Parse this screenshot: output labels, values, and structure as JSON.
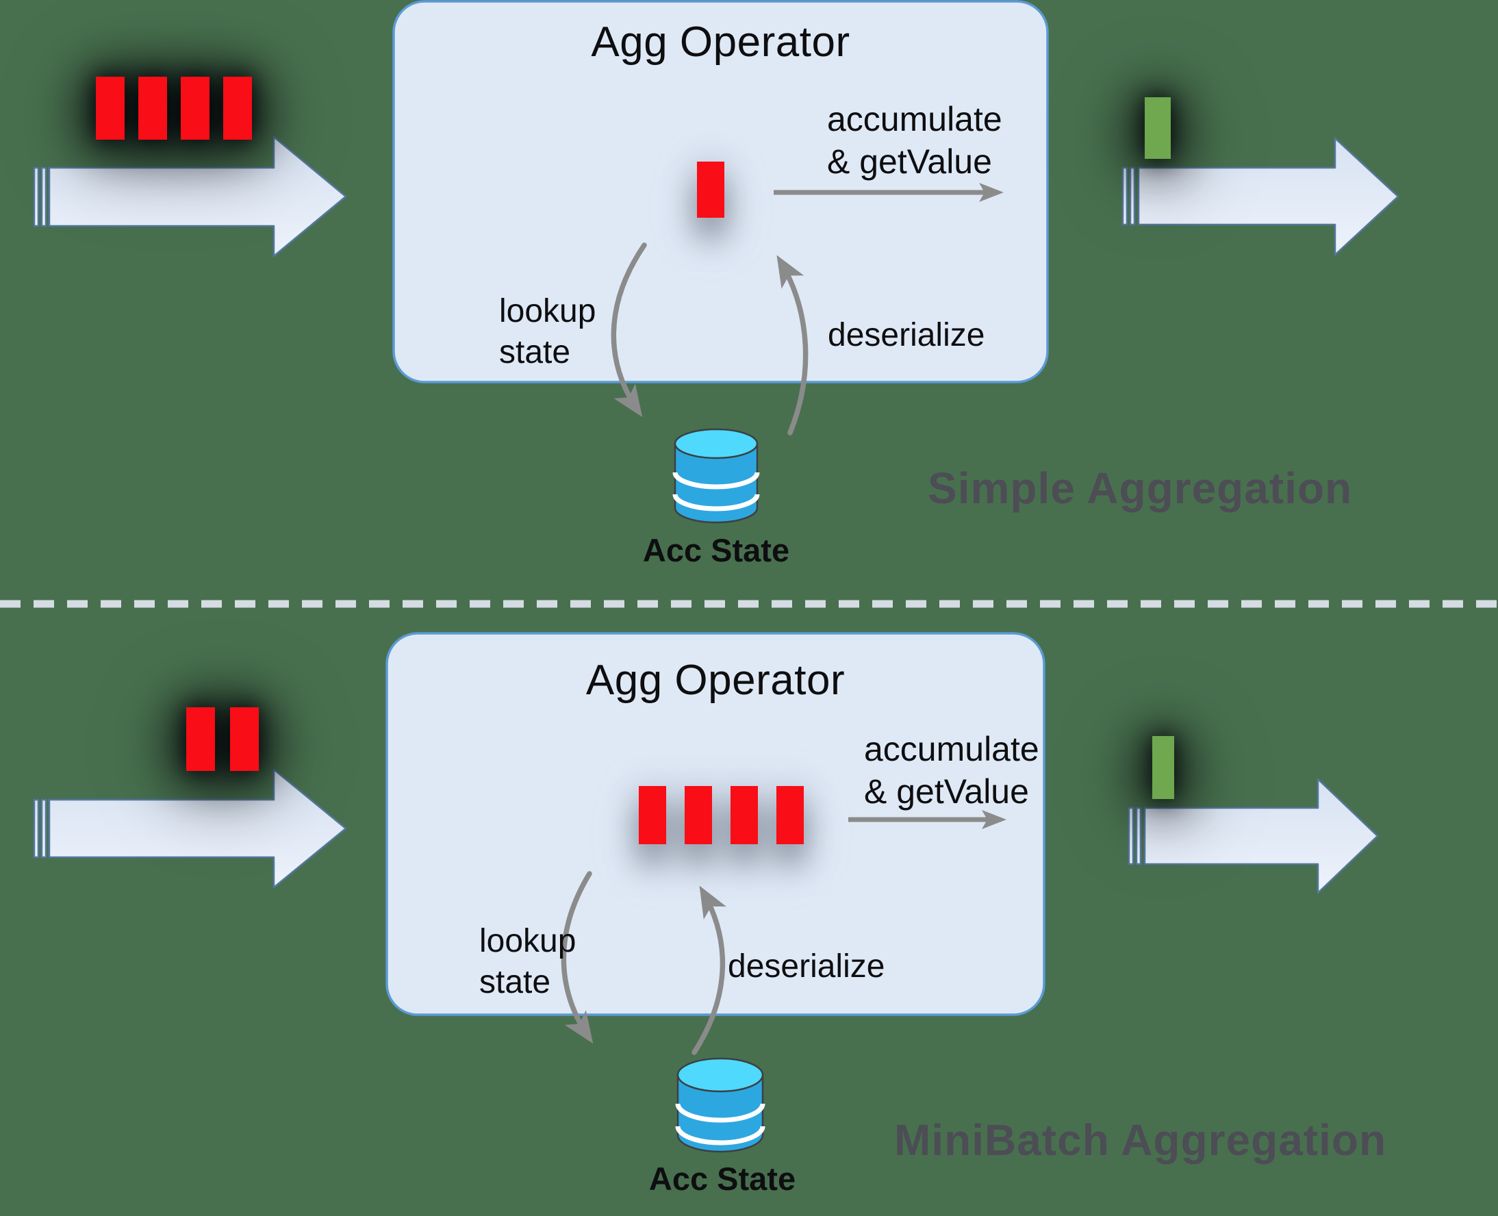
{
  "colors": {
    "background": "#48704F",
    "record_red": "#F90D16",
    "record_green": "#6FA84F",
    "flow_arrow_stroke": "#54779E",
    "operator_box_fill": "#DFE9F6",
    "operator_box_stroke": "#5B9BD5",
    "process_arrow_gray": "#8B8B8B",
    "db_body_blue": "#2DA7E0",
    "db_top_blue": "#4FD9FD",
    "db_outline": "#3C4043",
    "divider_gray": "#D6DCE3",
    "caption_gray": "#4D4D55",
    "text_black": "#0E0E10"
  },
  "sections": [
    {
      "caption": "Simple Aggregation",
      "operator_title": "Agg Operator",
      "accumulate_label_line1": "accumulate",
      "accumulate_label_line2": "& getValue",
      "lookup_label_line1": "lookup",
      "lookup_label_line2": "state",
      "deserialize_label": "deserialize",
      "state_label": "Acc State",
      "input_record_count": 4,
      "operator_record_count": 1,
      "output_record_count": 1
    },
    {
      "caption": "MiniBatch Aggregation",
      "operator_title": "Agg Operator",
      "accumulate_label_line1": "accumulate",
      "accumulate_label_line2": "& getValue",
      "lookup_label_line1": "lookup",
      "lookup_label_line2": "state",
      "deserialize_label": "deserialize",
      "state_label": "Acc State",
      "input_record_count": 2,
      "operator_record_count": 4,
      "output_record_count": 1
    }
  ]
}
